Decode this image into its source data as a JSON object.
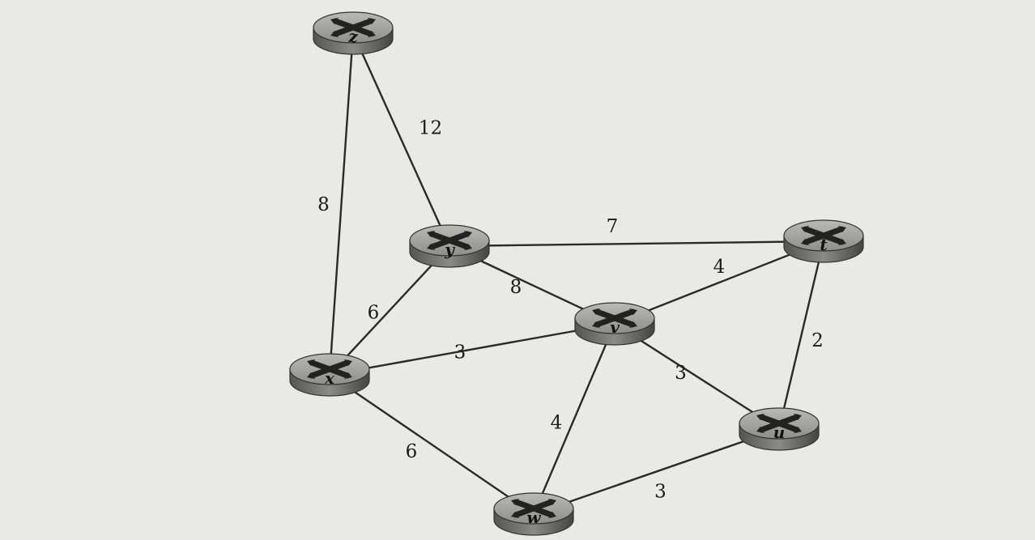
{
  "nodes": [
    {
      "id": "z",
      "label": "z"
    },
    {
      "id": "y",
      "label": "y"
    },
    {
      "id": "t",
      "label": "t"
    },
    {
      "id": "v",
      "label": "v"
    },
    {
      "id": "x",
      "label": "x"
    },
    {
      "id": "u",
      "label": "u"
    },
    {
      "id": "w",
      "label": "w"
    }
  ],
  "edges": [
    {
      "from": "z",
      "to": "x",
      "weight": "8"
    },
    {
      "from": "z",
      "to": "y",
      "weight": "12"
    },
    {
      "from": "y",
      "to": "t",
      "weight": "7"
    },
    {
      "from": "y",
      "to": "x",
      "weight": "6"
    },
    {
      "from": "y",
      "to": "v",
      "weight": "8"
    },
    {
      "from": "t",
      "to": "v",
      "weight": "4"
    },
    {
      "from": "t",
      "to": "u",
      "weight": "2"
    },
    {
      "from": "x",
      "to": "v",
      "weight": "3"
    },
    {
      "from": "v",
      "to": "u",
      "weight": "3"
    },
    {
      "from": "v",
      "to": "w",
      "weight": "4"
    },
    {
      "from": "x",
      "to": "w",
      "weight": "6"
    },
    {
      "from": "w",
      "to": "u",
      "weight": "3"
    }
  ]
}
